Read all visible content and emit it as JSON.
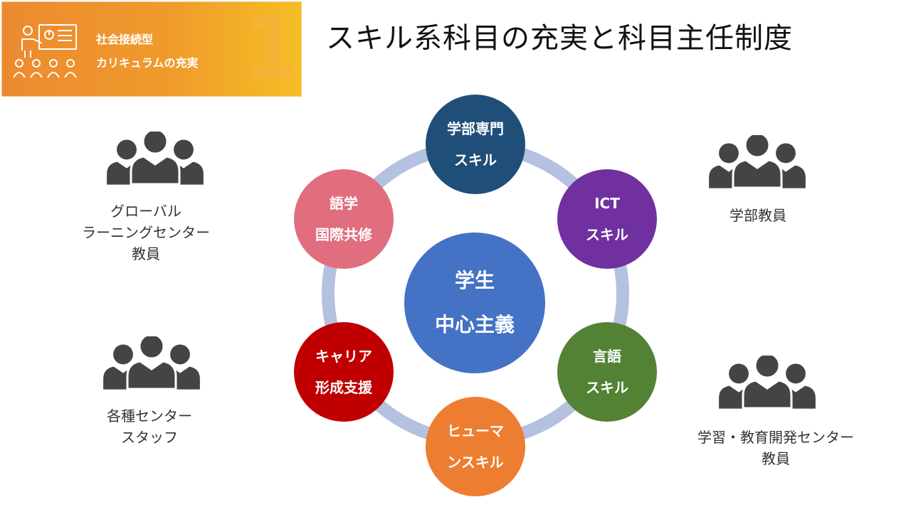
{
  "banner": {
    "line1": "社会接続型",
    "line2": "カリキュラムの充実",
    "number": "1",
    "icon": "presenter-audience-icon"
  },
  "title": "スキル系科目の充実と科目主任制度",
  "center": {
    "line1": "学生",
    "line2": "中心主義"
  },
  "nodes": [
    {
      "line1": "学部専門",
      "line2": "スキル",
      "color": "#1f4e79"
    },
    {
      "line1": "ICT",
      "line2": "スキル",
      "color": "#7030a0"
    },
    {
      "line1": "言語",
      "line2": "スキル",
      "color": "#548235"
    },
    {
      "line1": "ヒューマ",
      "line2": "ンスキル",
      "color": "#ed7d31"
    },
    {
      "line1": "キャリア",
      "line2": "形成支援",
      "color": "#c00000"
    },
    {
      "line1": "語学",
      "line2": "国際共修",
      "color": "#e06e7f"
    }
  ],
  "ring_color": "#b4c1e1",
  "groups": [
    {
      "icon": "people-group-icon",
      "lines": [
        "グローバル",
        "ラーニングセンター",
        "教員"
      ]
    },
    {
      "icon": "people-group-icon",
      "lines": [
        "各種センター",
        "スタッフ"
      ]
    },
    {
      "icon": "people-group-icon",
      "lines": [
        "学部教員"
      ]
    },
    {
      "icon": "people-group-icon",
      "lines": [
        "学習・教育開発センター",
        "教員"
      ]
    }
  ]
}
